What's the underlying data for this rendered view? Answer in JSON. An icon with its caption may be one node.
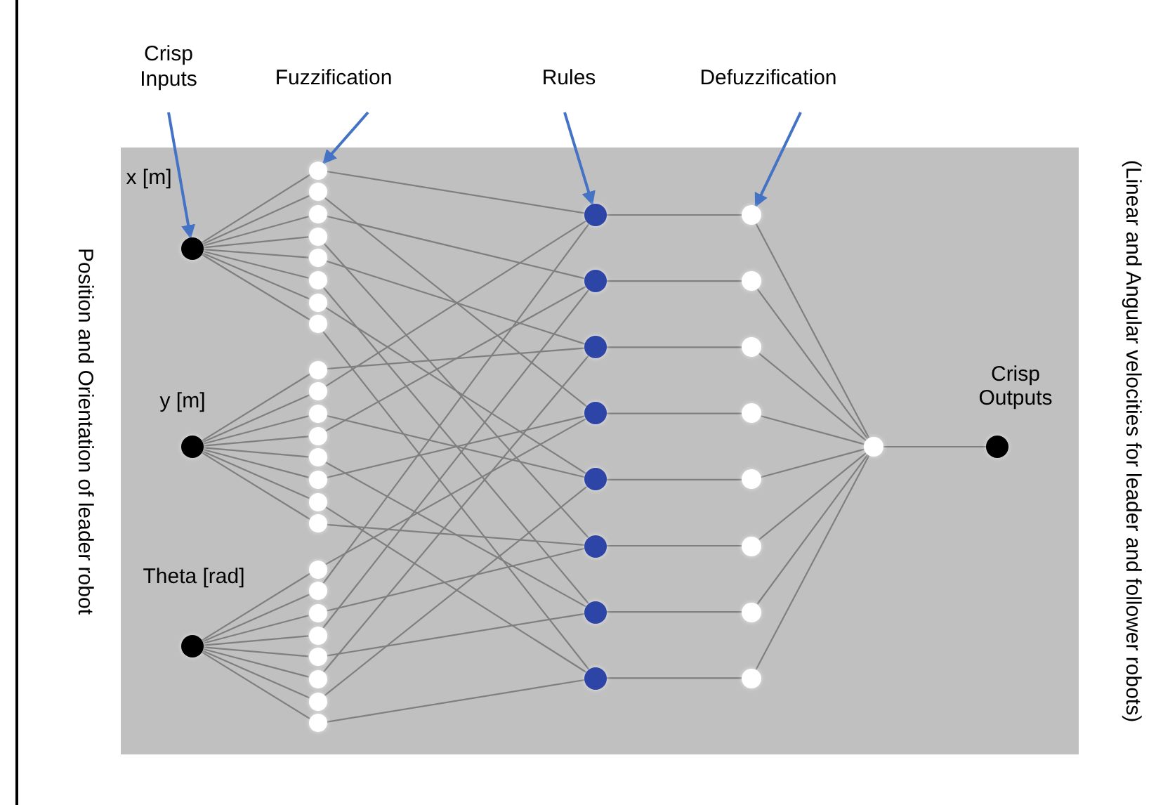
{
  "diagram": {
    "nodes": [
      {
        "text": [
          "Crisp Inputs"
        ]
      },
      {
        "text": [
          "Fuzzification"
        ]
      },
      {
        "text": [
          "Rules"
        ]
      },
      {
        "text": [
          "Defuzzification"
        ]
      },
      {
        "text": [],
        "shape": "circle",
        "beside": [
          "x [m]"
        ]
      },
      {
        "text": [],
        "shape": "circle",
        "beside": [
          "y [m]"
        ]
      },
      {
        "text": [],
        "shape": "circle",
        "beside": [
          "Theta [rad]"
        ]
      },
      {
        "text": [],
        "shape": "circle"
      },
      {
        "text": [],
        "shape": "circle"
      },
      {
        "text": [],
        "shape": "circle"
      },
      {
        "text": [],
        "shape": "circle"
      },
      {
        "text": [],
        "shape": "circle"
      },
      {
        "text": [],
        "shape": "circle"
      },
      {
        "text": [],
        "shape": "circle"
      },
      {
        "text": [],
        "shape": "circle"
      },
      {
        "text": [],
        "shape": "circle"
      },
      {
        "text": [],
        "shape": "circle"
      },
      {
        "text": [],
        "shape": "circle"
      },
      {
        "text": [],
        "shape": "circle"
      },
      {
        "text": [],
        "shape": "circle"
      },
      {
        "text": [],
        "shape": "circle"
      },
      {
        "text": [],
        "shape": "circle"
      },
      {
        "text": [],
        "shape": "circle"
      },
      {
        "text": [],
        "shape": "circle"
      },
      {
        "text": [],
        "shape": "circle"
      },
      {
        "text": [],
        "shape": "circle"
      },
      {
        "text": [],
        "shape": "circle"
      },
      {
        "text": [],
        "shape": "circle"
      },
      {
        "text": [],
        "shape": "circle"
      },
      {
        "text": [],
        "shape": "circle"
      },
      {
        "text": [],
        "shape": "circle"
      },
      {
        "text": [],
        "shape": "circle"
      },
      {
        "text": [],
        "shape": "circle"
      },
      {
        "text": [],
        "shape": "circle"
      },
      {
        "text": [],
        "shape": "circle"
      },
      {
        "text": [],
        "shape": "circle"
      },
      {
        "text": [],
        "shape": "circle"
      },
      {
        "text": [],
        "shape": "circle"
      },
      {
        "text": [],
        "shape": "circle"
      },
      {
        "text": [],
        "shape": "circle"
      },
      {
        "text": [],
        "shape": "circle"
      },
      {
        "text": [],
        "shape": "circle"
      },
      {
        "text": [],
        "shape": "circle"
      },
      {
        "text": [],
        "shape": "circle"
      },
      {
        "text": [],
        "shape": "circle"
      },
      {
        "text": [],
        "shape": "circle"
      },
      {
        "text": [],
        "shape": "circle"
      },
      {
        "text": [],
        "shape": "circle"
      },
      {
        "text": [],
        "shape": "circle",
        "beside": [
          "Crisp Outputs"
        ]
      }
    ],
    "edges": [
      {
        "from": 0,
        "to": 4,
        "arrow": "to",
        "color": "#4472c4"
      },
      {
        "from": 1,
        "to": 7,
        "arrow": "to",
        "color": "#4472c4"
      },
      {
        "from": 2,
        "to": 31,
        "arrow": "to",
        "color": "#4472c4"
      },
      {
        "from": 3,
        "to": 39,
        "arrow": "to",
        "color": "#4472c4"
      },
      {
        "from": 4,
        "to": 7,
        "arrow": "none"
      },
      {
        "from": 4,
        "to": 8,
        "arrow": "none"
      },
      {
        "from": 4,
        "to": 9,
        "arrow": "none"
      },
      {
        "from": 4,
        "to": 10,
        "arrow": "none"
      },
      {
        "from": 4,
        "to": 11,
        "arrow": "none"
      },
      {
        "from": 4,
        "to": 12,
        "arrow": "none"
      },
      {
        "from": 4,
        "to": 13,
        "arrow": "none"
      },
      {
        "from": 4,
        "to": 14,
        "arrow": "none"
      },
      {
        "from": 5,
        "to": 15,
        "arrow": "none"
      },
      {
        "from": 5,
        "to": 16,
        "arrow": "none"
      },
      {
        "from": 5,
        "to": 17,
        "arrow": "none"
      },
      {
        "from": 5,
        "to": 18,
        "arrow": "none"
      },
      {
        "from": 5,
        "to": 19,
        "arrow": "none"
      },
      {
        "from": 5,
        "to": 20,
        "arrow": "none"
      },
      {
        "from": 5,
        "to": 21,
        "arrow": "none"
      },
      {
        "from": 5,
        "to": 22,
        "arrow": "none"
      },
      {
        "from": 6,
        "to": 23,
        "arrow": "none"
      },
      {
        "from": 6,
        "to": 24,
        "arrow": "none"
      },
      {
        "from": 6,
        "to": 25,
        "arrow": "none"
      },
      {
        "from": 6,
        "to": 26,
        "arrow": "none"
      },
      {
        "from": 6,
        "to": 27,
        "arrow": "none"
      },
      {
        "from": 6,
        "to": 28,
        "arrow": "none"
      },
      {
        "from": 6,
        "to": 29,
        "arrow": "none"
      },
      {
        "from": 6,
        "to": 30,
        "arrow": "none"
      },
      {
        "from": 7,
        "to": 31,
        "arrow": "none"
      },
      {
        "from": 8,
        "to": 34,
        "arrow": "none"
      },
      {
        "from": 9,
        "to": 32,
        "arrow": "none"
      },
      {
        "from": 10,
        "to": 36,
        "arrow": "none"
      },
      {
        "from": 11,
        "to": 33,
        "arrow": "none"
      },
      {
        "from": 12,
        "to": 37,
        "arrow": "none"
      },
      {
        "from": 13,
        "to": 35,
        "arrow": "none"
      },
      {
        "from": 14,
        "to": 38,
        "arrow": "none"
      },
      {
        "from": 15,
        "to": 33,
        "arrow": "none"
      },
      {
        "from": 16,
        "to": 31,
        "arrow": "none"
      },
      {
        "from": 17,
        "to": 35,
        "arrow": "none"
      },
      {
        "from": 18,
        "to": 32,
        "arrow": "none"
      },
      {
        "from": 19,
        "to": 37,
        "arrow": "none"
      },
      {
        "from": 20,
        "to": 34,
        "arrow": "none"
      },
      {
        "from": 21,
        "to": 38,
        "arrow": "none"
      },
      {
        "from": 22,
        "to": 36,
        "arrow": "none"
      },
      {
        "from": 23,
        "to": 34,
        "arrow": "none"
      },
      {
        "from": 24,
        "to": 31,
        "arrow": "none"
      },
      {
        "from": 25,
        "to": 36,
        "arrow": "none"
      },
      {
        "from": 26,
        "to": 32,
        "arrow": "none"
      },
      {
        "from": 27,
        "to": 37,
        "arrow": "none"
      },
      {
        "from": 28,
        "to": 33,
        "arrow": "none"
      },
      {
        "from": 29,
        "to": 35,
        "arrow": "none"
      },
      {
        "from": 30,
        "to": 38,
        "arrow": "none"
      },
      {
        "from": 31,
        "to": 39,
        "arrow": "none"
      },
      {
        "from": 32,
        "to": 40,
        "arrow": "none"
      },
      {
        "from": 33,
        "to": 41,
        "arrow": "none"
      },
      {
        "from": 34,
        "to": 42,
        "arrow": "none"
      },
      {
        "from": 35,
        "to": 43,
        "arrow": "none"
      },
      {
        "from": 36,
        "to": 44,
        "arrow": "none"
      },
      {
        "from": 37,
        "to": 45,
        "arrow": "none"
      },
      {
        "from": 38,
        "to": 46,
        "arrow": "none"
      },
      {
        "from": 39,
        "to": 47,
        "arrow": "none"
      },
      {
        "from": 40,
        "to": 47,
        "arrow": "none"
      },
      {
        "from": 41,
        "to": 47,
        "arrow": "none"
      },
      {
        "from": 42,
        "to": 47,
        "arrow": "none"
      },
      {
        "from": 43,
        "to": 47,
        "arrow": "none"
      },
      {
        "from": 44,
        "to": 47,
        "arrow": "none"
      },
      {
        "from": 45,
        "to": 47,
        "arrow": "none"
      },
      {
        "from": 46,
        "to": 47,
        "arrow": "none"
      },
      {
        "from": 47,
        "to": 48,
        "arrow": "none"
      }
    ],
    "labels": [
      "Position and Orientation of leader robot",
      "(Linear and Angular velocities for leader and follower robots)"
    ]
  }
}
